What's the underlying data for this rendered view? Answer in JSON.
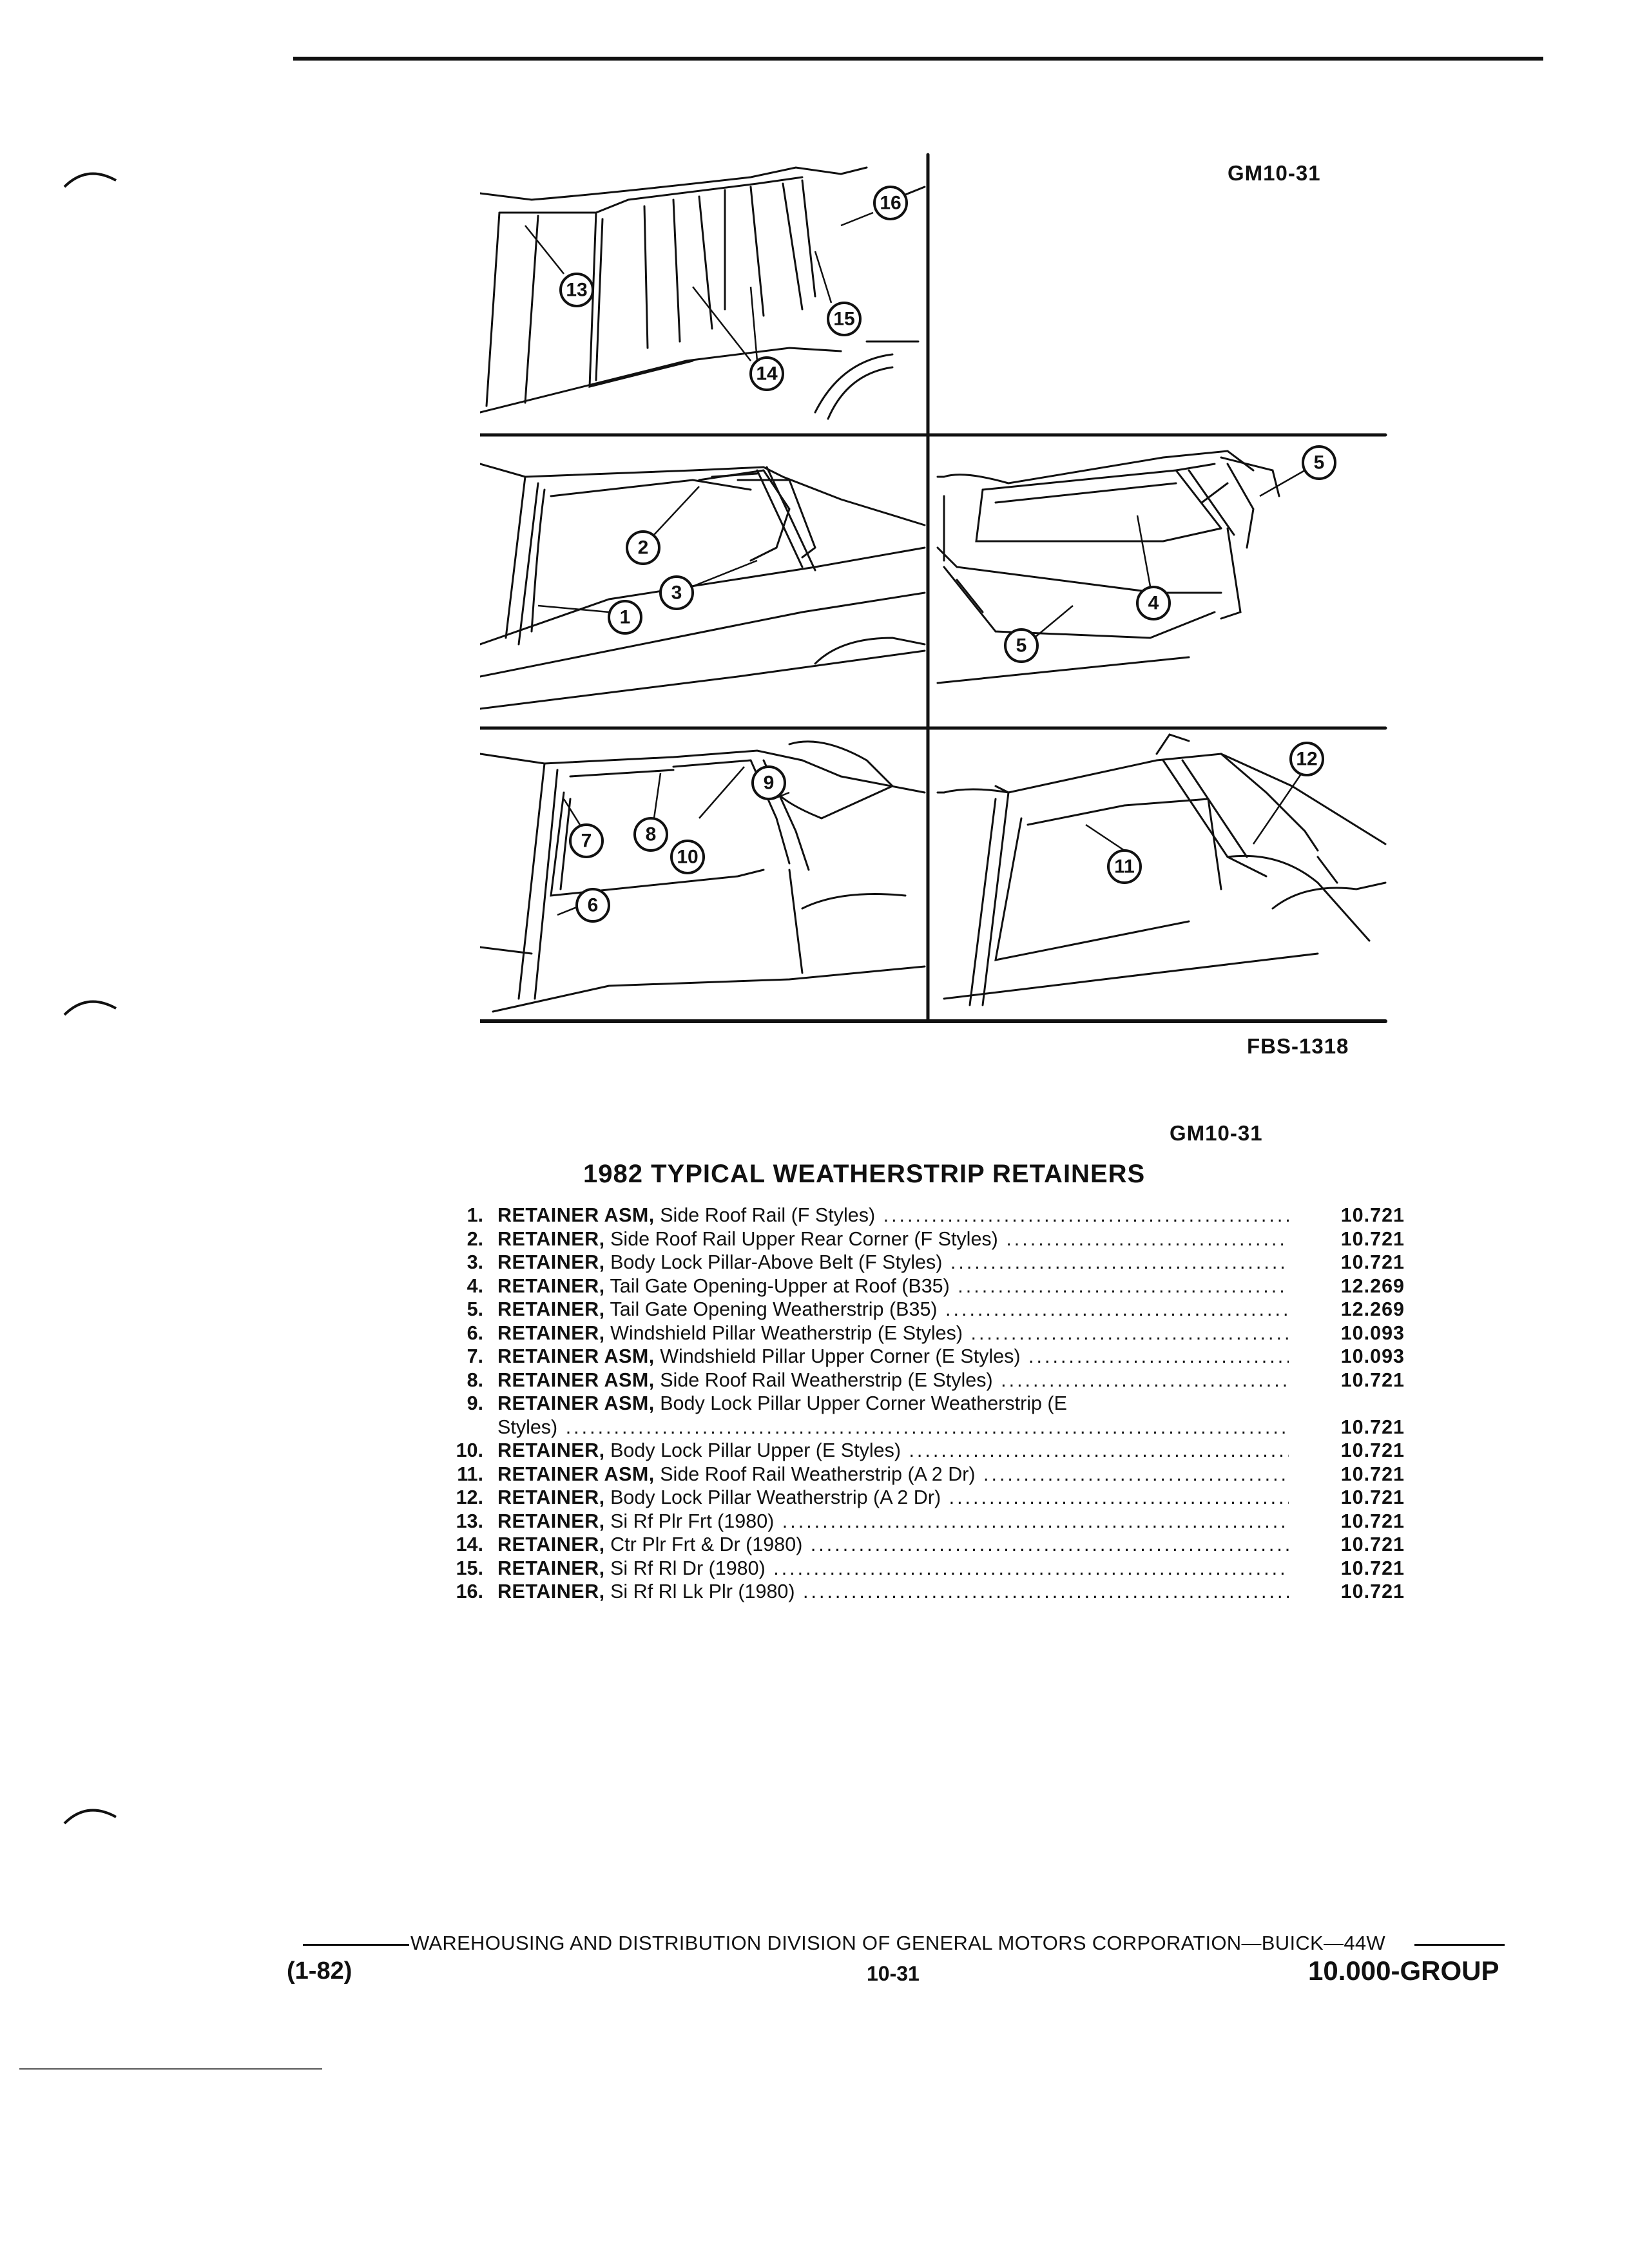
{
  "figure": {
    "code_top": "GM10-31",
    "code_bottom": "FBS-1318",
    "callouts": [
      "1",
      "2",
      "3",
      "4",
      "5",
      "5",
      "6",
      "7",
      "8",
      "9",
      "10",
      "11",
      "12",
      "13",
      "14",
      "15",
      "16"
    ]
  },
  "list": {
    "code": "GM10-31",
    "title": "1982 TYPICAL WEATHERSTRIP RETAINERS",
    "items": [
      {
        "num": "1.",
        "name": "RETAINER ASM,",
        "desc": "Side Roof Rail (F Styles)",
        "value": "10.721"
      },
      {
        "num": "2.",
        "name": "RETAINER,",
        "desc": "Side Roof Rail Upper Rear Corner (F Styles)",
        "value": "10.721"
      },
      {
        "num": "3.",
        "name": "RETAINER,",
        "desc": "Body Lock Pillar-Above Belt (F Styles)",
        "value": "10.721"
      },
      {
        "num": "4.",
        "name": "RETAINER,",
        "desc": "Tail Gate Opening-Upper at Roof (B35)",
        "value": "12.269"
      },
      {
        "num": "5.",
        "name": "RETAINER,",
        "desc": "Tail Gate Opening Weatherstrip (B35)",
        "value": "12.269"
      },
      {
        "num": "6.",
        "name": "RETAINER,",
        "desc": "Windshield Pillar Weatherstrip (E Styles)",
        "value": "10.093"
      },
      {
        "num": "7.",
        "name": "RETAINER ASM,",
        "desc": "Windshield Pillar Upper Corner (E Styles)",
        "value": "10.093"
      },
      {
        "num": "8.",
        "name": "RETAINER ASM,",
        "desc": "Side Roof Rail Weatherstrip (E Styles)",
        "value": "10.721"
      },
      {
        "num": "9.",
        "name": "RETAINER ASM,",
        "desc": "Body Lock Pillar Upper Corner Weatherstrip (E",
        "value": ""
      },
      {
        "num": "",
        "name": "",
        "desc": "Styles)",
        "value": "10.721"
      },
      {
        "num": "10.",
        "name": "RETAINER,",
        "desc": "Body Lock Pillar Upper (E Styles)",
        "value": "10.721"
      },
      {
        "num": "11.",
        "name": "RETAINER ASM,",
        "desc": "Side Roof Rail Weatherstrip (A 2 Dr)",
        "value": "10.721"
      },
      {
        "num": "12.",
        "name": "RETAINER,",
        "desc": "Body Lock Pillar Weatherstrip (A 2 Dr)",
        "value": "10.721"
      },
      {
        "num": "13.",
        "name": "RETAINER,",
        "desc": "Si Rf Plr Frt (1980)",
        "value": "10.721"
      },
      {
        "num": "14.",
        "name": "RETAINER,",
        "desc": "Ctr Plr Frt & Dr (1980)",
        "value": "10.721"
      },
      {
        "num": "15.",
        "name": "RETAINER,",
        "desc": "Si Rf Rl Dr (1980)",
        "value": "10.721"
      },
      {
        "num": "16.",
        "name": "RETAINER,",
        "desc": "Si Rf Rl Lk Plr (1980)",
        "value": "10.721"
      }
    ]
  },
  "footer": {
    "division": "WAREHOUSING AND DISTRIBUTION  DIVISION OF GENERAL MOTORS CORPORATION—BUICK—44W",
    "date": "(1-82)",
    "page": "10-31",
    "group": "10.000-GROUP"
  }
}
